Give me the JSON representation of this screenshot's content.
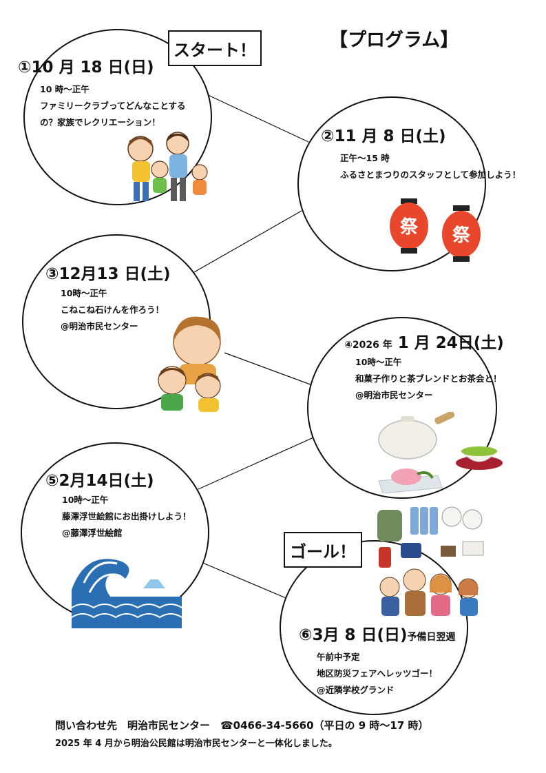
{
  "title": "【プログラム】",
  "start_label": "スタート！",
  "goal_label": "ゴール！",
  "events": [
    {
      "title_main": "①10 月 18 日(日)",
      "lines": [
        "10 時～正午",
        "ファミリークラブってどんなことする",
        "の？家族でレクリエーション！"
      ]
    },
    {
      "title_main": "②11 月 8 日(土)",
      "lines": [
        "正午～15 時",
        "ふるさとまつりのスタッフとして参加しよう！"
      ]
    },
    {
      "title_main": "③12月13 日(土)",
      "lines": [
        "10時～正午",
        "こねこね石けんを作ろう！",
        "@明治市民センター"
      ]
    },
    {
      "title_prefix": "④2026 年",
      "title_main": " 1 月 24日(土)",
      "lines": [
        "10時～正午",
        "和菓子作りと茶ブレンドとお茶会と！",
        "@明治市民センター"
      ]
    },
    {
      "title_main": "⑤2月14日(土)",
      "lines": [
        "10時～正午",
        "藤澤浮世絵館にお出掛けしよう！",
        "@藤澤浮世絵館"
      ]
    },
    {
      "title_main": "⑥3月 8 日(日)",
      "title_suffix": "予備日翌週",
      "lines": [
        "午前中予定",
        "地区防災フェアへレッツゴー！",
        "@近隣学校グランド"
      ]
    }
  ],
  "illustrations": {
    "lantern_text": "祭"
  },
  "footer": {
    "contact": "問い合わせ先　明治市民センター　☎0466-34-5660（平日の 9 時～17 時）",
    "note": "2025 年 4 月から明治公民館は明治市民センターと一体化しました。"
  },
  "colors": {
    "lantern_red": "#e8472c",
    "wave_blue": "#2a6fb4"
  }
}
